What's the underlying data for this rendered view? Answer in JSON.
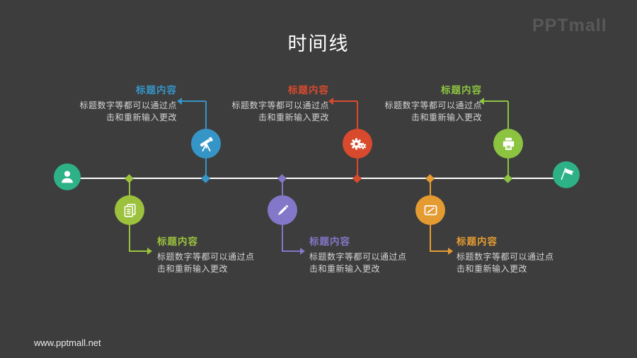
{
  "page": {
    "title": "时间线",
    "brand": "PPTmall",
    "site_url": "www.pptmall.net",
    "background_color": "#3d3d3d",
    "title_color": "#ffffff",
    "desc_text_color": "#d4d4d4"
  },
  "timeline": {
    "line_color": "#ffffff",
    "start_node": {
      "icon": "person-icon",
      "color": "#2eb186"
    },
    "end_node": {
      "icon": "flag-icon",
      "color": "#2eb186"
    }
  },
  "milestones": [
    {
      "position": "below",
      "color": "#9cc23d",
      "icon": "documents-icon",
      "title": "标题内容",
      "desc_line1": "标题数字等都可以通过点",
      "desc_line2": "击和重新输入更改"
    },
    {
      "position": "above",
      "color": "#3695c7",
      "icon": "telescope-icon",
      "title": "标题内容",
      "desc_line1": "标题数字等都可以通过点",
      "desc_line2": "击和重新输入更改"
    },
    {
      "position": "below",
      "color": "#8277c8",
      "icon": "pencil-icon",
      "title": "标题内容",
      "desc_line1": "标题数字等都可以通过点",
      "desc_line2": "击和重新输入更改"
    },
    {
      "position": "above",
      "color": "#d84a2e",
      "icon": "gears-icon",
      "title": "标题内容",
      "desc_line1": "标题数字等都可以通过点",
      "desc_line2": "击和重新输入更改"
    },
    {
      "position": "below",
      "color": "#e49b32",
      "icon": "board-icon",
      "title": "标题内容",
      "desc_line1": "标题数字等都可以通过点",
      "desc_line2": "击和重新输入更改"
    },
    {
      "position": "above",
      "color": "#8cc340",
      "icon": "printer-icon",
      "title": "标题内容",
      "desc_line1": "标题数字等都可以通过点",
      "desc_line2": "击和重新输入更改"
    }
  ]
}
